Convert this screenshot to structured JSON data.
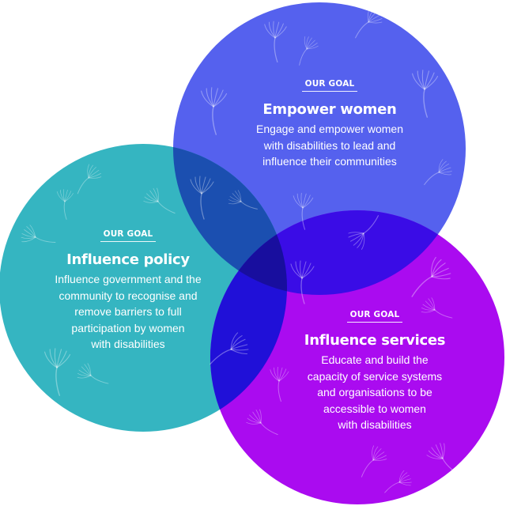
{
  "diagram": {
    "type": "venn",
    "colors": {
      "empower": "#5561EE",
      "policy": "#35B5C1",
      "services": "#AA0BF0",
      "empower_policy": "#1B4FB0",
      "empower_services": "#3A0CE6",
      "policy_services": "#2010D8",
      "all_three": "#180E9E",
      "text": "#FFFFFF",
      "pattern": "dandelion-seed-icon"
    },
    "goals": [
      {
        "kicker": "OUR GOAL",
        "title": "Empower women",
        "description": "Engage and empower women with disabilities to lead and influence their communities",
        "lines": [
          "Engage and empower women",
          "with disabilities to lead and",
          "influence their communities"
        ]
      },
      {
        "kicker": "OUR GOAL",
        "title": "Influence policy",
        "description": "Influence government and the community to recognise and remove barriers to full participation by women with disabilities",
        "lines": [
          "Influence government and the",
          "community to recognise and",
          "remove barriers to full",
          "participation by women",
          "with disabilities"
        ]
      },
      {
        "kicker": "OUR GOAL",
        "title": "Influence services",
        "description": "Educate and build the capacity of service systems and organisations to be accessible to women with disabilities",
        "lines": [
          "Educate and build the",
          "capacity of service systems",
          "and organisations to be",
          "accessible to women",
          "with disabilities"
        ]
      }
    ]
  }
}
